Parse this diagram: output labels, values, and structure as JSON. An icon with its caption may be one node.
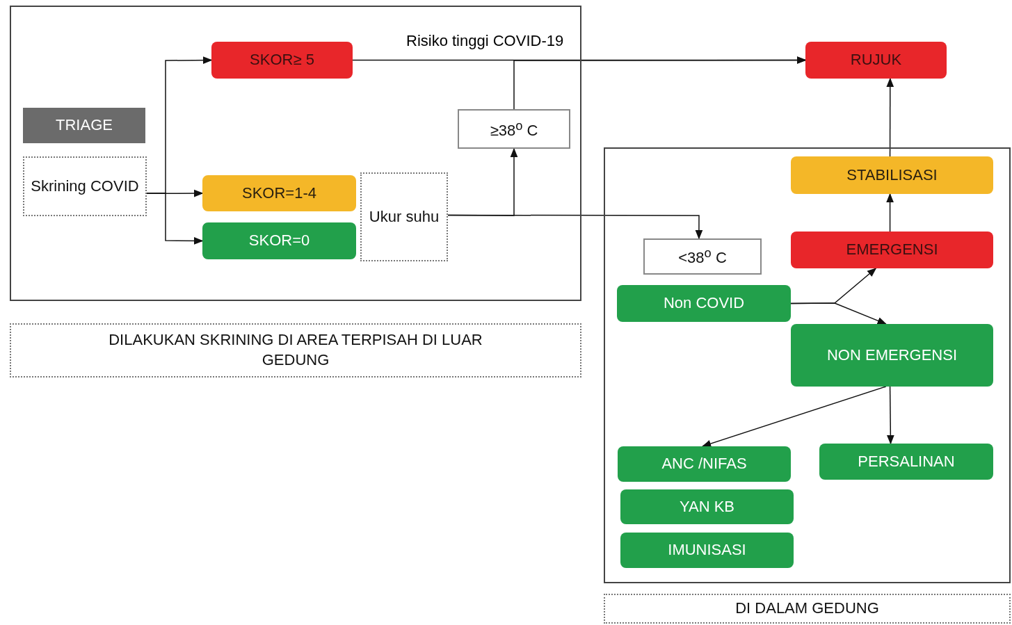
{
  "diagram": {
    "nodes": [
      {
        "text": [],
        "shape": "box"
      },
      {
        "text": [
          "TRIAGE"
        ],
        "in": 0
      },
      {
        "text": [
          "Skrining COVID"
        ],
        "in": 0
      },
      {
        "text": [
          "SKOR≥ 5"
        ],
        "in": 0
      },
      {
        "text": [
          "SKOR=1-4"
        ],
        "in": 0
      },
      {
        "text": [
          "SKOR=0"
        ],
        "in": 0
      },
      {
        "text": [
          "Ukur suhu"
        ],
        "in": 0
      },
      {
        "text": [
          "≥38$^{o}$ C"
        ],
        "in": 0
      },
      {
        "text": [
          "DILAKUKAN SKRINING DI AREA TERPISAH DI LUAR GEDUNG"
        ]
      },
      {
        "text": [
          "RUJUK"
        ]
      },
      {
        "text": [],
        "shape": "box"
      },
      {
        "text": [
          "STABILISASI"
        ],
        "in": 10
      },
      {
        "text": [
          "EMERGENSI"
        ],
        "in": 10
      },
      {
        "text": [
          "<38$^{o}$ C"
        ],
        "in": 10
      },
      {
        "text": [
          "Non COVID"
        ],
        "in": 10
      },
      {
        "text": [
          "NON EMERGENSI"
        ],
        "in": 10
      },
      {
        "text": [
          "ANC /NIFAS"
        ],
        "in": 10
      },
      {
        "text": [
          "YAN KB"
        ],
        "in": 10
      },
      {
        "text": [
          "IMUNISASI"
        ],
        "in": 10
      },
      {
        "text": [
          "PERSALINAN"
        ],
        "in": 10
      },
      {
        "text": [
          "DI DALAM GEDUNG"
        ]
      }
    ],
    "edges": [
      {
        "from": 2,
        "to": 3,
        "arrow": "to"
      },
      {
        "from": 2,
        "to": 4,
        "arrow": "to"
      },
      {
        "from": 2,
        "to": 5,
        "arrow": "to"
      },
      {
        "from": 3,
        "to": 9,
        "arrow": "to",
        "label": "Risiko tinggi COVID-19"
      },
      {
        "from": 7,
        "to": 9,
        "arrow": "to"
      },
      {
        "from": 6,
        "to": 7,
        "arrow": "to"
      },
      {
        "from": 6,
        "to": 13,
        "arrow": "to"
      },
      {
        "from": 14,
        "to": 12,
        "arrow": "to"
      },
      {
        "from": 14,
        "to": 15,
        "arrow": "to"
      },
      {
        "from": 12,
        "to": 11,
        "arrow": "to"
      },
      {
        "from": 11,
        "to": 9,
        "arrow": "to"
      },
      {
        "from": 15,
        "to": 16,
        "arrow": "to"
      },
      {
        "from": 15,
        "to": 19,
        "arrow": "to"
      }
    ]
  }
}
